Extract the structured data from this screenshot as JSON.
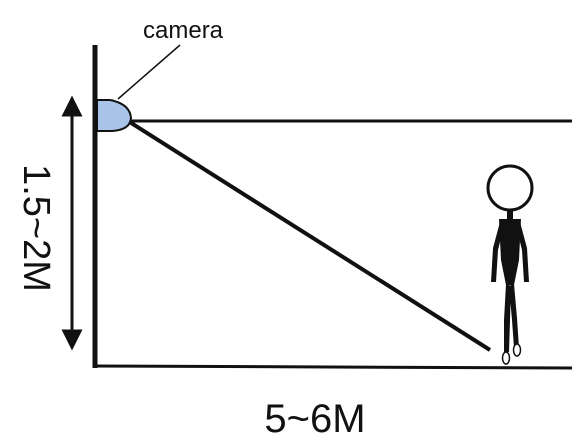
{
  "labels": {
    "camera": "camera",
    "height": "1.5~2M",
    "distance": "5~6M"
  },
  "colors": {
    "ink": "#111111",
    "camera_fill": "#a9c4e8",
    "background": "#ffffff"
  },
  "icons": {
    "camera": "camera-icon",
    "person": "person-figure-icon",
    "arrow": "double-headed-arrow-icon"
  }
}
